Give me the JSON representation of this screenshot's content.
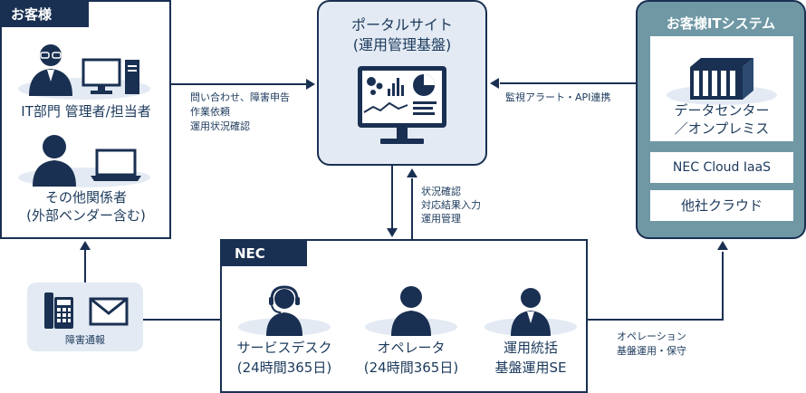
{
  "customer": {
    "tag": "お客様",
    "it_dept": "IT部門 管理者/担当者",
    "others_line1": "その他関係者",
    "others_line2": "(外部ベンダー含む)"
  },
  "portal": {
    "title_line1": "ポータルサイト",
    "title_line2": "(運用管理基盤)"
  },
  "customer_it": {
    "title": "お客様ITシステム",
    "dc_line1": "データセンター",
    "dc_line2": "／オンプレミス",
    "nec_cloud": "NEC Cloud IaaS",
    "other_cloud": "他社クラウド"
  },
  "nec": {
    "tag": "NEC",
    "service_desk": "サービスデスク",
    "service_desk_hours": "(24時間365日)",
    "operator": "オペレータ",
    "operator_hours": "(24時間365日)",
    "se_line1": "運用統括",
    "se_line2": "基盤運用SE"
  },
  "notification": {
    "label": "障害通報"
  },
  "flows": {
    "customer_to_portal": [
      "問い合わせ、障害申告",
      "作業依頼",
      "運用状況確認"
    ],
    "system_to_portal": "監視アラート・API連携",
    "nec_to_portal": [
      "状況確認",
      "対応結果入力",
      "運用管理"
    ],
    "nec_to_system": [
      "オペレーション",
      "基盤運用・保守"
    ]
  },
  "colors": {
    "navy": "#1a3052",
    "light_blue": "#e3eaf3",
    "teal": "#6f98a4"
  }
}
